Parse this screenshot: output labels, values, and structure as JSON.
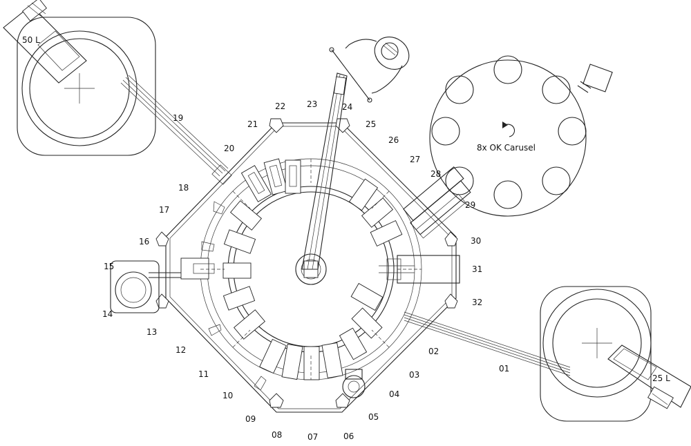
{
  "station_labels": [
    "01",
    "02",
    "03",
    "04",
    "05",
    "06",
    "07",
    "08",
    "09",
    "10",
    "11",
    "12",
    "13",
    "14",
    "15",
    "16",
    "17",
    "18",
    "19",
    "20",
    "21",
    "22",
    "23",
    "24",
    "25",
    "26",
    "27",
    "28",
    "29",
    "30",
    "31",
    "32"
  ],
  "tank_left_label": "50 L",
  "tank_right_label": "25 L",
  "carousel_label": "8x OK Carusel"
}
